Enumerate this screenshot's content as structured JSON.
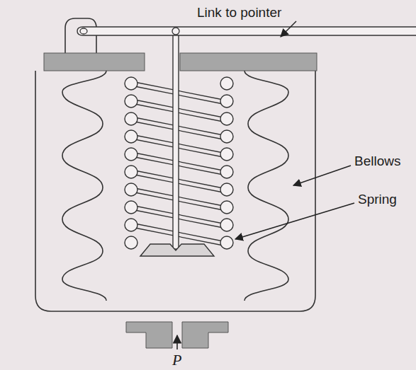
{
  "diagram": {
    "labels": [
      "Link to pointer",
      "Bellows",
      "Spring",
      "P"
    ]
  }
}
